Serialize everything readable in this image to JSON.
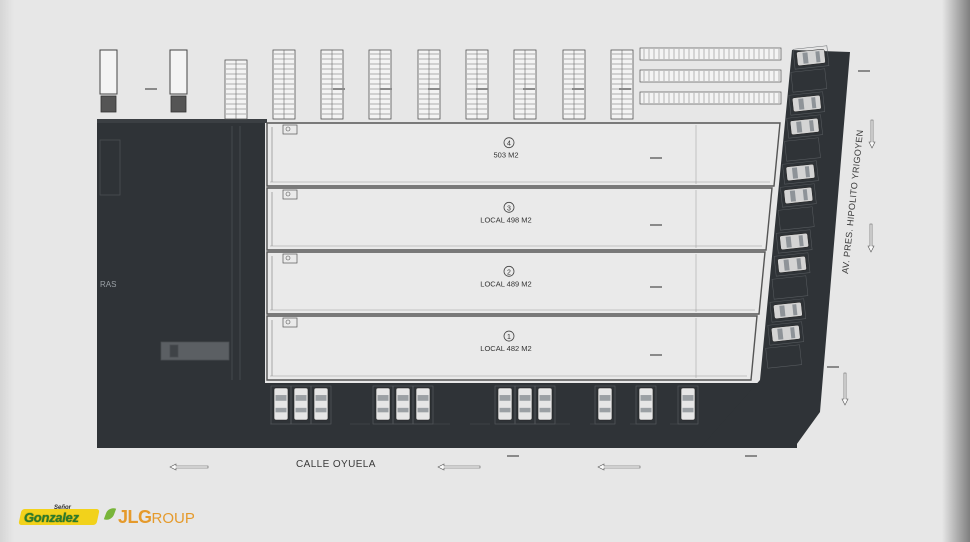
{
  "units": [
    {
      "number": "4",
      "label": "503 M2"
    },
    {
      "number": "3",
      "label": "LOCAL 498 M2"
    },
    {
      "number": "2",
      "label": "LOCAL 489 M2"
    },
    {
      "number": "1",
      "label": "LOCAL 482 M2"
    }
  ],
  "streets": {
    "bottom": "CALLE OYUELA",
    "right": "AV. PRES. HIPOLITO YRIGOYEN"
  },
  "building_label": "RAS",
  "colors": {
    "paper": "#e7e7e7",
    "building": "#2f3337",
    "line": "#6a6a6a",
    "gonzalez_yellow": "#f2d21b",
    "gonzalez_green": "#2a7d2a",
    "jlg_orange": "#e59a2c"
  },
  "logos": {
    "gonzalez": {
      "prefix": "Señor",
      "name": "Gonzalez"
    },
    "jlg": {
      "mark": "JLG",
      "rest": "ROUP"
    }
  }
}
